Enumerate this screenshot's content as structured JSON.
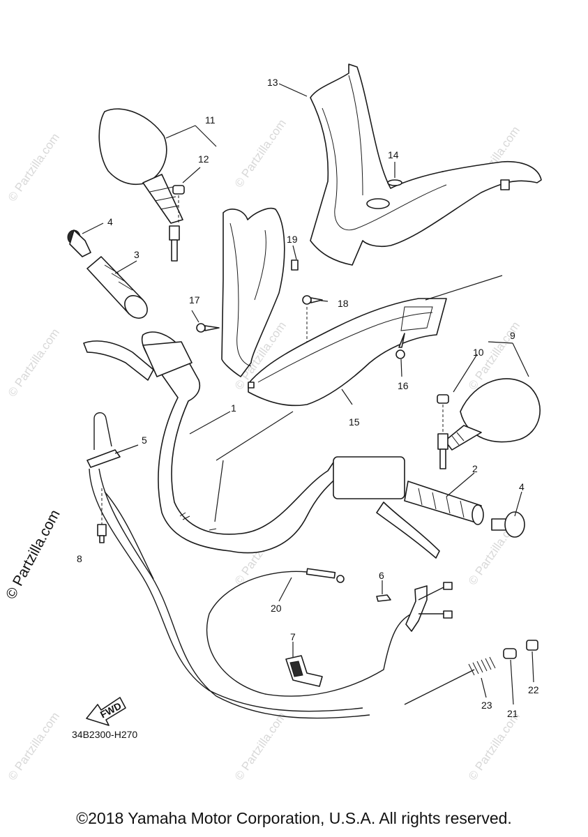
{
  "callouts": [
    {
      "id": "1",
      "text": "1"
    },
    {
      "id": "2",
      "text": "2"
    },
    {
      "id": "3",
      "text": "3"
    },
    {
      "id": "4a",
      "text": "4"
    },
    {
      "id": "4b",
      "text": "4"
    },
    {
      "id": "5",
      "text": "5"
    },
    {
      "id": "6",
      "text": "6"
    },
    {
      "id": "7",
      "text": "7"
    },
    {
      "id": "8",
      "text": "8"
    },
    {
      "id": "9",
      "text": "9"
    },
    {
      "id": "10",
      "text": "10"
    },
    {
      "id": "11",
      "text": "11"
    },
    {
      "id": "12",
      "text": "12"
    },
    {
      "id": "13",
      "text": "13"
    },
    {
      "id": "14",
      "text": "14"
    },
    {
      "id": "15",
      "text": "15"
    },
    {
      "id": "16",
      "text": "16"
    },
    {
      "id": "17",
      "text": "17"
    },
    {
      "id": "18",
      "text": "18"
    },
    {
      "id": "19",
      "text": "19"
    },
    {
      "id": "20",
      "text": "20"
    },
    {
      "id": "21",
      "text": "21"
    },
    {
      "id": "22",
      "text": "22"
    },
    {
      "id": "23",
      "text": "23"
    }
  ],
  "fwd_arrow_label": "FWD",
  "diagram_code": "34B2300-H270",
  "side_copyright": "© Partzilla.com",
  "watermark_text": "© Partzilla.com",
  "footer": "©2018 Yamaha Motor Corporation, U.S.A. All rights reserved."
}
